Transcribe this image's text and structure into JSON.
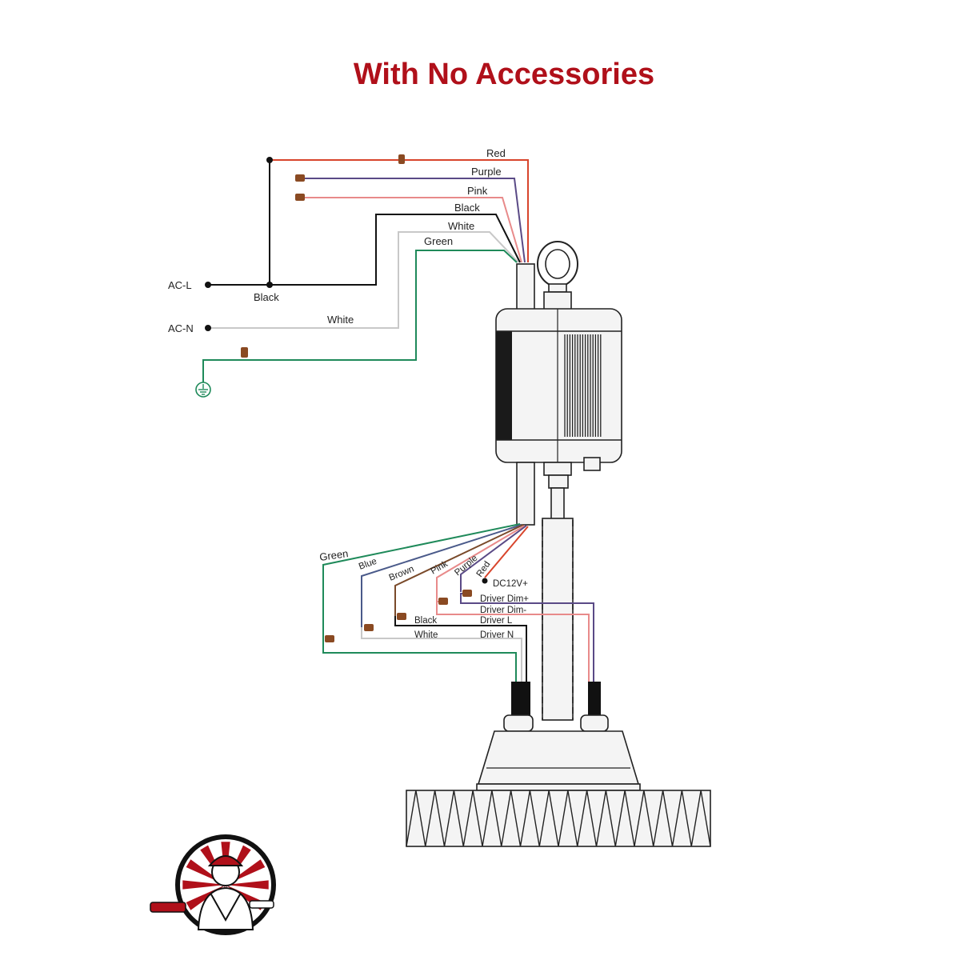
{
  "title": "With No Accessories",
  "colors": {
    "title": "#b0101a",
    "red": "#d8452c",
    "purple": "#5a4a86",
    "pink": "#e88a8a",
    "black": "#111111",
    "white": "#c8c8c8",
    "green": "#1f8a5a",
    "blue": "#4a5a8a",
    "brown": "#7a4a2a",
    "nut": "#8a4a22"
  },
  "top_wires": {
    "red": "Red",
    "purple": "Purple",
    "pink": "Pink",
    "black": "Black",
    "white": "White",
    "green": "Green"
  },
  "supply": {
    "ac_l": "AC-L",
    "ac_n": "AC-N",
    "black": "Black",
    "white": "White",
    "ground": "ground-icon"
  },
  "bottom_wires": {
    "green": "Green",
    "blue": "Blue",
    "brown": "Brown",
    "pink": "Pink",
    "purple": "Purple",
    "red": "Red",
    "black": "Black",
    "white": "White"
  },
  "driver": {
    "dc12v": "DC12V+",
    "dim_plus": "Driver Dim+",
    "dim_minus": "Driver Dim-",
    "driver_l": "Driver L",
    "driver_n": "Driver N"
  },
  "logo": "electrician-mascot-logo"
}
